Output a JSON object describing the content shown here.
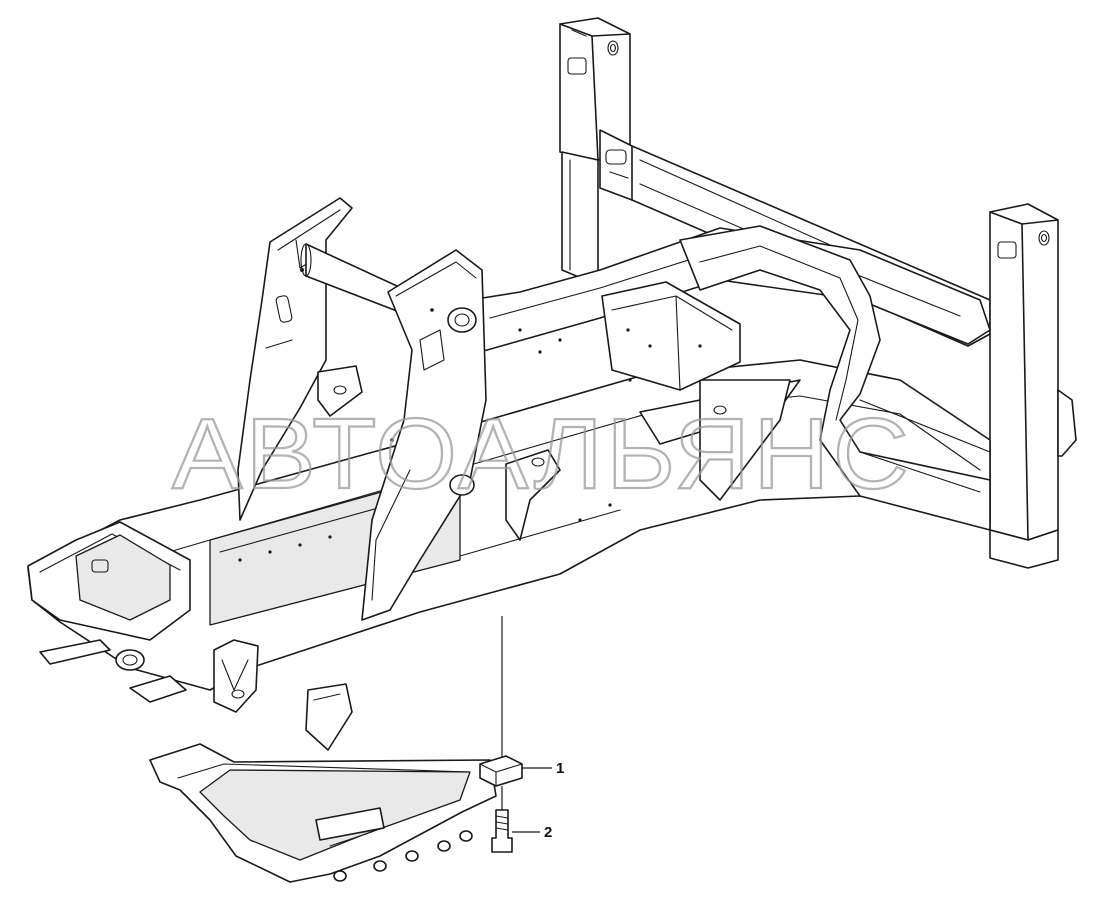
{
  "watermark": {
    "text": "АВТОАЛЬЯНС"
  },
  "callouts": [
    {
      "label": "1"
    },
    {
      "label": "2"
    }
  ]
}
